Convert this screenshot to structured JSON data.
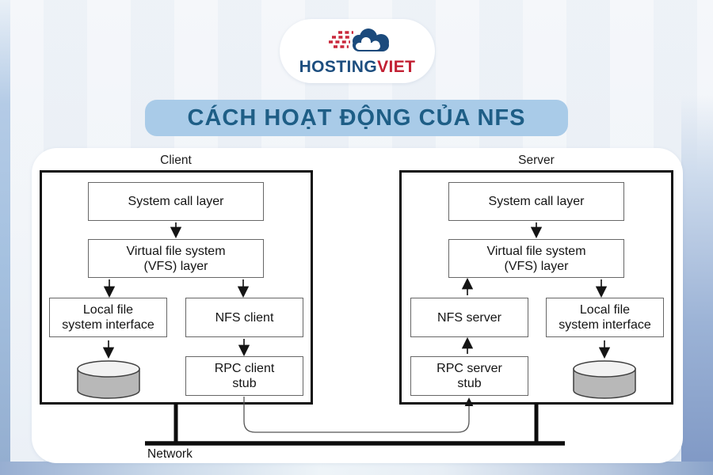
{
  "logo": {
    "hosting": "HOSTING",
    "viet": "VIET"
  },
  "title": {
    "text": "CÁCH HOẠT ĐỘNG CỦA NFS"
  },
  "diagram": {
    "client": {
      "label": "Client",
      "boxes": {
        "system_call": "System call layer",
        "vfs": "Virtual file system\n(VFS) layer",
        "local_file": "Local file\nsystem interface",
        "nfs": "NFS client",
        "rpc": "RPC client\nstub"
      }
    },
    "server": {
      "label": "Server",
      "boxes": {
        "system_call": "System call layer",
        "vfs": "Virtual file system\n(VFS) layer",
        "nfs": "NFS server",
        "local_file": "Local file\nsystem interface",
        "rpc": "RPC server\nstub"
      }
    },
    "network_label": "Network"
  },
  "colors": {
    "title_bg": "#a9cbe8",
    "title_text": "#1e5e86",
    "logo_navy": "#1d4e7f",
    "logo_red": "#c22033",
    "outer_border": "#101010",
    "box_border": "#676767",
    "cylinder_body": "#b8b8b8",
    "cylinder_top": "#f2f2f2",
    "bg_blue": "#8da7cd"
  }
}
